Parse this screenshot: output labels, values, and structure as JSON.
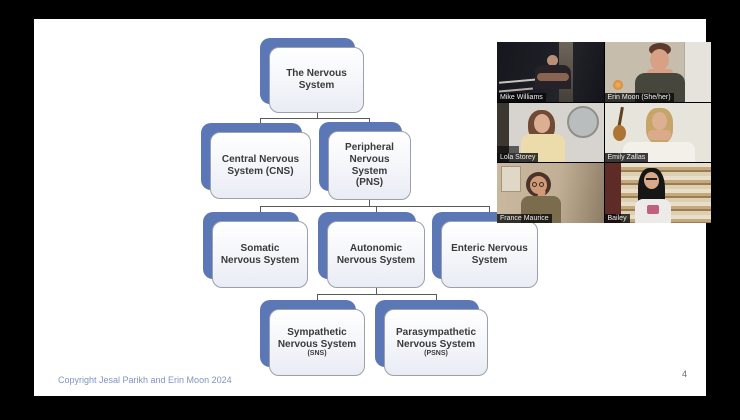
{
  "slide": {
    "diagram": {
      "nodes": [
        {
          "id": "nervous-system",
          "label": "The Nervous\nSystem"
        },
        {
          "id": "cns",
          "label": "Central Nervous\nSystem (CNS)"
        },
        {
          "id": "pns",
          "label": "Peripheral\nNervous System\n(PNS)"
        },
        {
          "id": "somatic",
          "label": "Somatic\nNervous System"
        },
        {
          "id": "autonomic",
          "label": "Autonomic\nNervous System"
        },
        {
          "id": "enteric",
          "label": "Enteric Nervous\nSystem"
        },
        {
          "id": "sympathetic",
          "label": "Sympathetic\nNervous System",
          "sublabel": "(SNS)"
        },
        {
          "id": "parasympathetic",
          "label": "Parasympathetic\nNervous System",
          "sublabel": "(PSNS)"
        }
      ],
      "node_fill_color": "#5b77b5",
      "box_border_color": "#9aa0ae",
      "text_color": "#3a3a3a"
    },
    "footer": {
      "copyright": "Copyright Jesal Parikh and Erin Moon 2024",
      "copyright_color": "#8093c8",
      "page_number": "4"
    }
  },
  "video_panel": {
    "participants": [
      {
        "name": "Mike Williams"
      },
      {
        "name": "Erin Moon (She/her)"
      },
      {
        "name": "Lola Storey"
      },
      {
        "name": "Emily Zallas"
      },
      {
        "name": "France Maurice"
      },
      {
        "name": "Bailey"
      }
    ]
  }
}
